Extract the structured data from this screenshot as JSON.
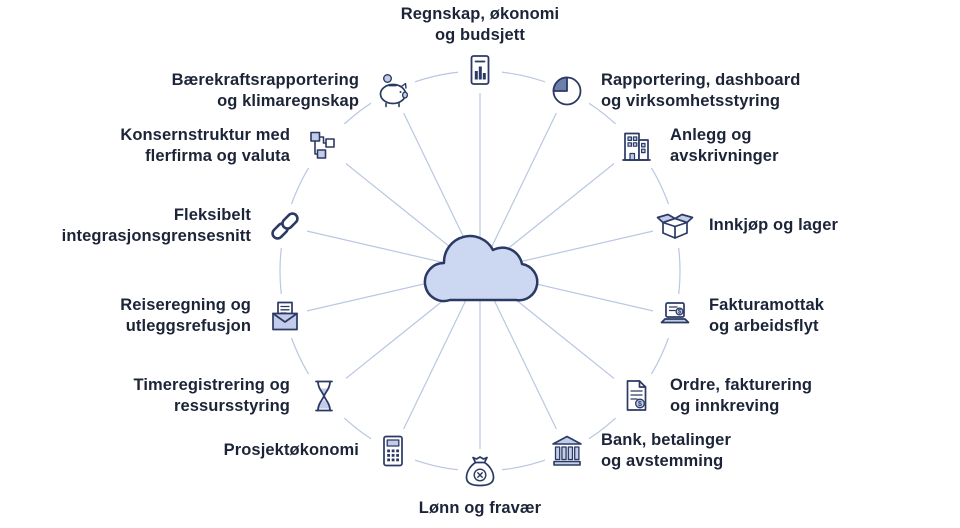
{
  "diagram": {
    "center": {
      "icon": "cloud-icon"
    },
    "items": [
      {
        "label": "Regnskap, økonomi\nog budsjett",
        "icon": "bar-chart-document-icon"
      },
      {
        "label": "Rapportering, dashboard\nog virksomhetsstyring",
        "icon": "pie-chart-icon"
      },
      {
        "label": "Anlegg og\navskrivninger",
        "icon": "building-icon"
      },
      {
        "label": "Innkjøp og lager",
        "icon": "open-box-icon"
      },
      {
        "label": "Fakturamottak\nog arbeidsflyt",
        "icon": "laptop-invoice-icon"
      },
      {
        "label": "Ordre, fakturering\nog innkreving",
        "icon": "invoice-document-icon"
      },
      {
        "label": "Bank, betalinger\nog avstemming",
        "icon": "bank-icon"
      },
      {
        "label": "Lønn og fravær",
        "icon": "money-bag-icon"
      },
      {
        "label": "Prosjektøkonomi",
        "icon": "calculator-icon"
      },
      {
        "label": "Timeregistrering og\nressursstyring",
        "icon": "hourglass-icon"
      },
      {
        "label": "Reiseregning og\nutleggsrefusjon",
        "icon": "envelope-receipt-icon"
      },
      {
        "label": "Fleksibelt\nintegrasjonsgrensesnitt",
        "icon": "chain-link-icon"
      },
      {
        "label": "Konsernstruktur med\nflerfirma og valuta",
        "icon": "org-structure-icon"
      },
      {
        "label": "Bærekraftsrapportering\nog klimaregnskap",
        "icon": "piggy-bank-icon"
      }
    ],
    "colors": {
      "text": "#1c2438",
      "wheel_line": "#b9c7e2",
      "icon_stroke": "#2b3a64",
      "icon_fill": "#c3cdea",
      "pie_fill": "#6d80ac",
      "cloud_fill": "#ccd7f1"
    }
  }
}
